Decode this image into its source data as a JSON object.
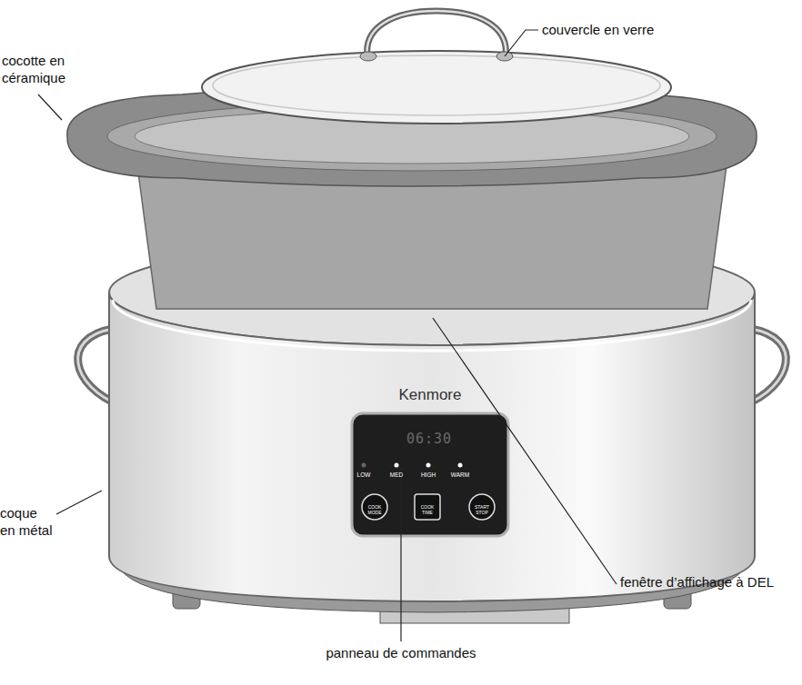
{
  "diagram": {
    "labels": [
      "couvercle en verre",
      "cocotte en céramique",
      "Kenmore",
      "06:30",
      "LOW",
      "MED",
      "HIGH",
      "WARM",
      "COOK MODE",
      "COOK TIME",
      "START STOP",
      "coque en métal",
      "fenêtre d’affichage à DEL",
      "panneau de commandes"
    ]
  }
}
